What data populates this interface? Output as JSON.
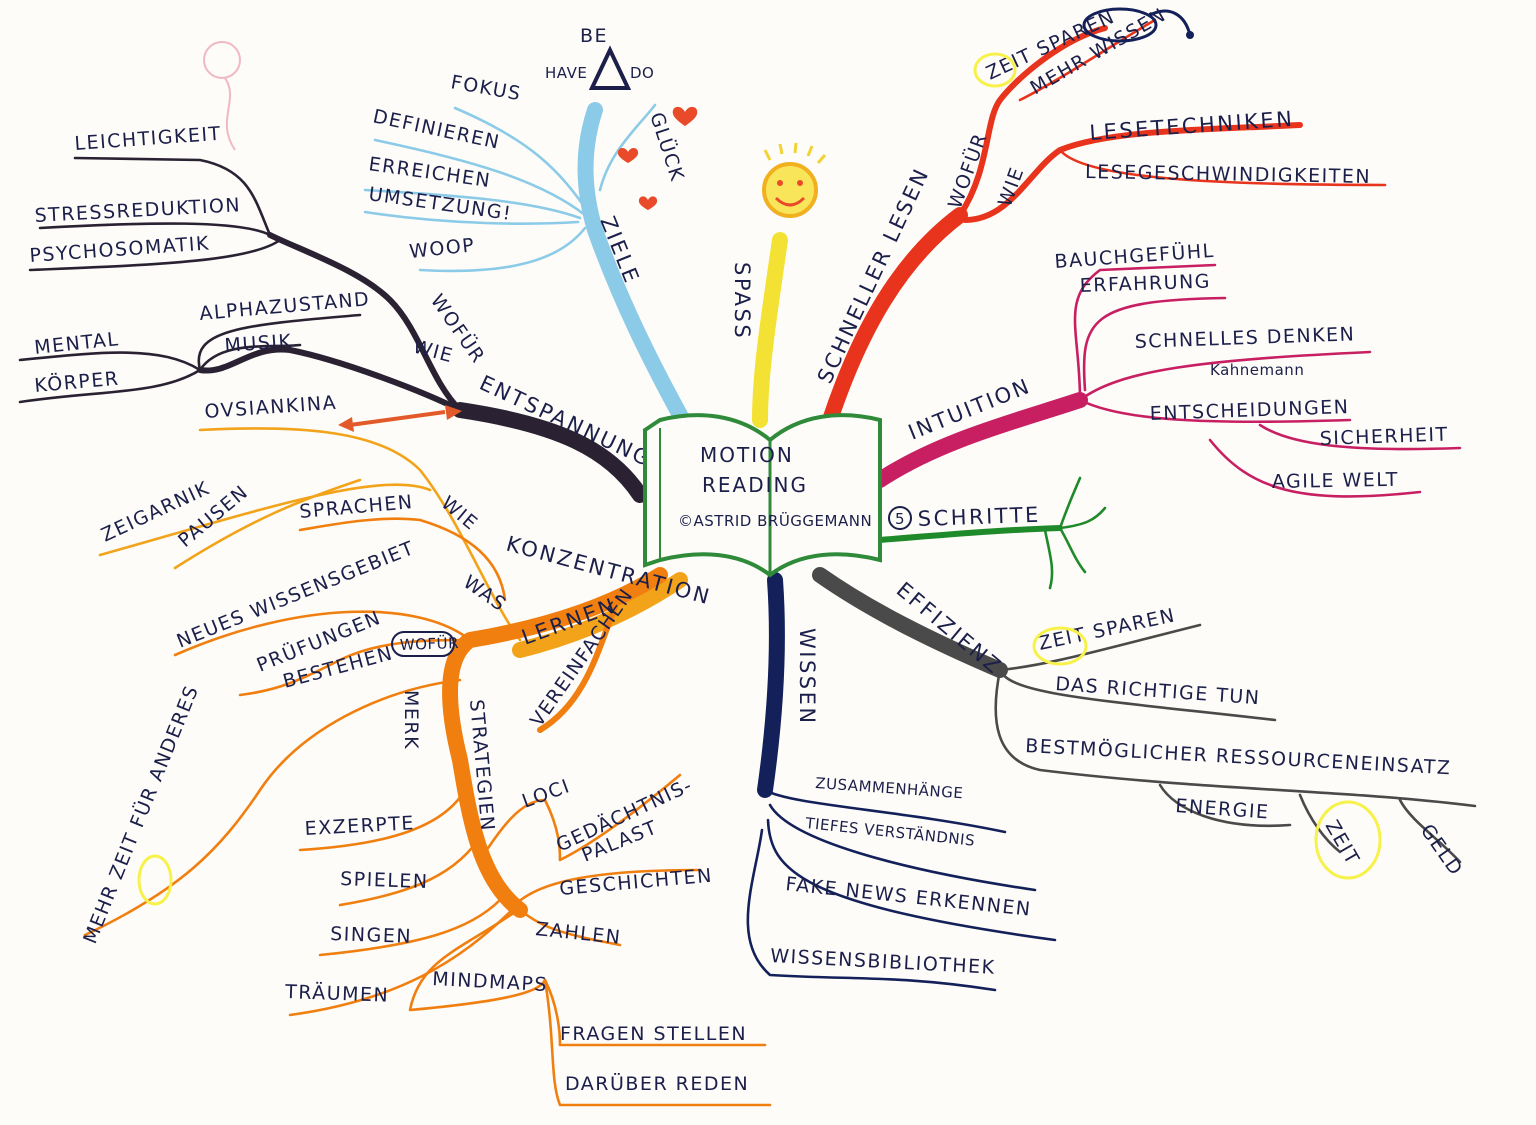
{
  "center": {
    "title_line1": "MOTION",
    "title_line2": "READING",
    "author": "©ASTRID BRÜGGEMANN"
  },
  "colors": {
    "entspannung": "#2a2233",
    "ziele": "#8ccbe8",
    "spass": "#f3e233",
    "schneller": "#e8341c",
    "intuition": "#c81f63",
    "schritte": "#1f8a2a",
    "effizienz": "#4a4a4a",
    "wissen": "#13205a",
    "lernen": "#f07f10",
    "konzentration": "#f2a319",
    "highlight": "#f7f14a",
    "ink": "#1b1f4a",
    "book": "#2f8a3a"
  },
  "entspannung": {
    "label": "ENTSPANNUNG",
    "wofuer": "WOFÜR",
    "leichtigkeit": "LEICHTIGKEIT",
    "stressreduktion": "STRESSREDUKTION",
    "psychosomatik": "PSYCHOSOMATIK",
    "wie": "WIE",
    "alphazustand": "ALPHAZUSTAND",
    "musik": "MUSIK",
    "mental": "MENTAL",
    "koerper": "KÖRPER"
  },
  "ziele": {
    "label": "ZIELE",
    "glueck": "GLÜCK",
    "be": "BE",
    "have": "HAVE",
    "do": "DO",
    "fokus": "FOKUS",
    "definieren": "DEFINIEREN",
    "erreichen": "ERREICHEN",
    "umsetzung": "UMSETZUNG!",
    "woop": "WOOP"
  },
  "spass": {
    "label": "SPASS"
  },
  "schneller": {
    "label": "SCHNELLER LESEN",
    "wofuer": "WOFÜR",
    "zeit_sparen": "ZEIT SPAREN",
    "mehr_wissen": "MEHR WISSEN",
    "wie": "WIE",
    "lesetechniken": "LESETECHNIKEN",
    "lesegeschwindigkeiten": "LESEGESCHWINDIGKEITEN"
  },
  "intuition": {
    "label": "INTUITION",
    "bauchgefuehl": "BAUCHGEFÜHL",
    "erfahrung": "ERFAHRUNG",
    "schnelles_denken": "SCHNELLES DENKEN",
    "kahnemann": "Kahnemann",
    "entscheidungen": "ENTSCHEIDUNGEN",
    "sicherheit": "SICHERHEIT",
    "agile_welt": "AGILE WELT"
  },
  "schritte": {
    "number": "5",
    "label": "SCHRITTE"
  },
  "effizienz": {
    "label": "EFFIZIENZ",
    "zeit_sparen": "ZEIT SPAREN",
    "das_richtige_tun": "DAS RICHTIGE TUN",
    "ressourceneinsatz": "BESTMÖGLICHER RESSOURCENEINSATZ",
    "energie": "ENERGIE",
    "zeit": "ZEIT",
    "geld": "GELD"
  },
  "wissen": {
    "label": "WISSEN",
    "zusammenhaenge": "ZUSAMMENHÄNGE",
    "tiefes_verstaendnis": "TIEFES VERSTÄNDNIS",
    "fake_news": "FAKE NEWS ERKENNEN",
    "wissensbibliothek": "WISSENSBIBLIOTHEK"
  },
  "konzentration": {
    "label": "KONZENTRATION",
    "ovsiankina": "OVSIANKINA",
    "zeigarnik": "ZEIGARNIK",
    "pausen": "PAUSEN",
    "wie": "WIE"
  },
  "lernen": {
    "label": "LERNEN",
    "vereinfachen": "VEREINFACHEN",
    "sprachen": "SPRACHEN",
    "was": "WAS",
    "neues_wissensgebiet": "NEUES WISSENSGEBIET",
    "wofuer": "WOFÜR",
    "pruefungen": "PRÜFUNGEN",
    "bestehen": "BESTEHEN",
    "mehr_zeit": "MEHR ZEIT FÜR ANDERES",
    "merk": "MERK",
    "strategien": "STRATEGIEN",
    "exzerpte": "EXZERPTE",
    "spielen": "SPIELEN",
    "singen": "SINGEN",
    "traeumen": "TRÄUMEN",
    "mindmaps": "MINDMAPS",
    "loci": "LOCI",
    "gedaechtnis": "GEDÄCHTNIS-",
    "palast": "PALAST",
    "geschichten": "GESCHICHTEN",
    "zahlen": "ZAHLEN",
    "fragen_stellen": "FRAGEN STELLEN",
    "darueber_reden": "DARÜBER REDEN"
  }
}
